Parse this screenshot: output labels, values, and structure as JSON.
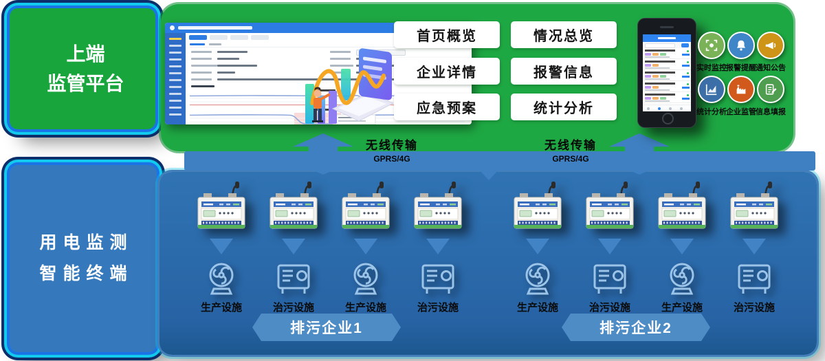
{
  "left_panels": {
    "top": {
      "line1": "上端",
      "line2": "监管平台",
      "bg": "#17a53c"
    },
    "bottom": {
      "line1": "用电监测",
      "line2": "智能终端",
      "bg": "#3579bc"
    }
  },
  "platform_panel": {
    "bg": "#1ea843",
    "functions": [
      "首页概览",
      "情况总览",
      "企业详情",
      "报警信息",
      "应急预案",
      "统计分析"
    ],
    "app_features": [
      {
        "label": "实时监控",
        "icon": "scan-frame-icon",
        "color": "#79b257"
      },
      {
        "label": "报警提醒",
        "icon": "bell-icon",
        "color": "#3f86c9"
      },
      {
        "label": "通知公告",
        "icon": "megaphone-icon",
        "color": "#cd9418"
      },
      {
        "label": "统计分析",
        "icon": "line-chart-icon",
        "color": "#3c6fa8"
      },
      {
        "label": "企业监管",
        "icon": "factory-icon",
        "color": "#d2591c"
      },
      {
        "label": "信息填报",
        "icon": "edit-note-icon",
        "color": "#4f9e4f"
      }
    ]
  },
  "links": {
    "left": {
      "line1": "无线传输",
      "line2": "GPRS/4G"
    },
    "right": {
      "line1": "无线传输",
      "line2": "GPRS/4G"
    }
  },
  "terminal_panel": {
    "bg": "#2e6fae",
    "enterprises": [
      {
        "name": "排污企业1",
        "machine_labels": [
          "生产设施",
          "治污设施",
          "生产设施",
          "治污设施"
        ]
      },
      {
        "name": "排污企业2",
        "machine_labels": [
          "生产设施",
          "治污设施",
          "生产设施",
          "治污设施"
        ]
      }
    ]
  },
  "accent_colors": {
    "green": "#1ea843",
    "panel_blue": "#3579bc",
    "deep_blue": "#2763a4",
    "connector_blue": "#3f80c2",
    "ribbon_blue": "#4e8cc6",
    "dashboard_header": "#2c7ce4"
  }
}
